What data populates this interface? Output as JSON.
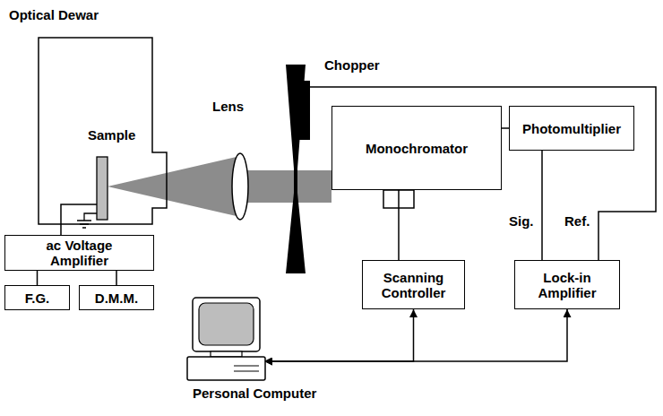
{
  "diagram": {
    "nodes": [
      {
        "text": [
          "Optical Dewar"
        ]
      },
      {
        "text": [
          "Sample"
        ],
        "in": 0
      },
      {
        "text": [
          "Chopper"
        ]
      },
      {
        "text": [
          "Monochromator"
        ]
      },
      {
        "text": [
          "Photomultiplier"
        ]
      },
      {
        "text": [
          "ac Voltage Amplifier"
        ]
      },
      {
        "text": [
          "F.G."
        ]
      },
      {
        "text": [
          "D.M.M."
        ]
      },
      {
        "text": [
          "Scanning Controller"
        ]
      },
      {
        "text": [
          "Lock-in Amplifier"
        ]
      },
      {
        "text": [
          "Personal Computer"
        ]
      }
    ],
    "edges": [
      {
        "from": 1,
        "to": 5,
        "arrow": "none"
      },
      {
        "from": 5,
        "to": 6,
        "arrow": "none"
      },
      {
        "from": 5,
        "to": 7,
        "arrow": "none"
      },
      {
        "from": 3,
        "to": 4,
        "arrow": "none"
      },
      {
        "from": 3,
        "to": 8,
        "arrow": "none"
      },
      {
        "from": 4,
        "to": 9,
        "arrow": "none"
      },
      {
        "from": 2,
        "to": 9,
        "arrow": "none"
      },
      {
        "from": 10,
        "to": 8,
        "arrow": "both"
      },
      {
        "from": 10,
        "to": 9,
        "arrow": "both"
      }
    ],
    "labels": [
      "Lens",
      "Sig.",
      "Ref."
    ]
  }
}
